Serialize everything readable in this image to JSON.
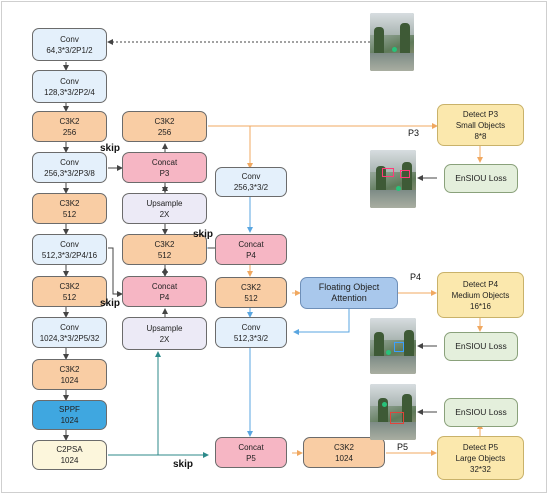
{
  "nodes": {
    "conv1": {
      "l1": "Conv",
      "l2": "64,3*3/2P1/2"
    },
    "conv2": {
      "l1": "Conv",
      "l2": "128,3*3/2P2/4"
    },
    "c3k2_a": {
      "l1": "C3K2",
      "l2": "256"
    },
    "conv3": {
      "l1": "Conv",
      "l2": "256,3*3/2P3/8"
    },
    "c3k2_b": {
      "l1": "C3K2",
      "l2": "512"
    },
    "conv4": {
      "l1": "Conv",
      "l2": "512,3*3/2P4/16"
    },
    "c3k2_c": {
      "l1": "C3K2",
      "l2": "512"
    },
    "conv5": {
      "l1": "Conv",
      "l2": "1024,3*3/2P5/32"
    },
    "c3k2_d": {
      "l1": "C3K2",
      "l2": "1024"
    },
    "sppf": {
      "l1": "SPPF",
      "l2": "1024"
    },
    "c2psa": {
      "l1": "C2PSA",
      "l2": "1024"
    },
    "c3k2_e": {
      "l1": "C3K2",
      "l2": "256"
    },
    "concat_p3": {
      "l1": "Concat",
      "l2": "P3"
    },
    "ups1": {
      "l1": "Upsample",
      "l2": "2X"
    },
    "c3k2_f": {
      "l1": "C3K2",
      "l2": "512"
    },
    "concat_p4a": {
      "l1": "Concat",
      "l2": "P4"
    },
    "ups2": {
      "l1": "Upsample",
      "l2": "2X"
    },
    "conv6": {
      "l1": "Conv",
      "l2": "256,3*3/2"
    },
    "concat_p4b": {
      "l1": "Concat",
      "l2": "P4"
    },
    "c3k2_g": {
      "l1": "C3K2",
      "l2": "512"
    },
    "conv7": {
      "l1": "Conv",
      "l2": "512,3*3/2"
    },
    "concat_p5": {
      "l1": "Concat",
      "l2": "P5"
    },
    "c3k2_h": {
      "l1": "C3K2",
      "l2": "1024"
    },
    "fattn": {
      "l1": "Floating Object Attention"
    },
    "det_p3": {
      "l1": "Detect P3",
      "l2": "Small Objects",
      "l3": "8*8"
    },
    "det_p4": {
      "l1": "Detect P4",
      "l2": "Medium Objects",
      "l3": "16*16"
    },
    "det_p5": {
      "l1": "Detect P5",
      "l2": "Large Objects",
      "l3": "32*32"
    },
    "loss1": {
      "l1": "EnSIOU Loss"
    },
    "loss2": {
      "l1": "EnSIOU Loss"
    },
    "loss3": {
      "l1": "EnSIOU Loss"
    }
  },
  "labels": {
    "skip1": "skip",
    "skip2": "skip",
    "skip3": "skip",
    "skip4": "skip",
    "p3": "P3",
    "p4": "P4",
    "p5": "P5"
  },
  "colors": {
    "conv": "#e4f0fb",
    "c3k2": "#f9cda4",
    "concat": "#f6b6c4",
    "upsample": "#eceaf6",
    "sppf": "#3fa7e0",
    "c2psa": "#fcf6dc",
    "attention": "#a9c8ec",
    "detect": "#fbe8ad",
    "loss": "#e4efdc"
  }
}
